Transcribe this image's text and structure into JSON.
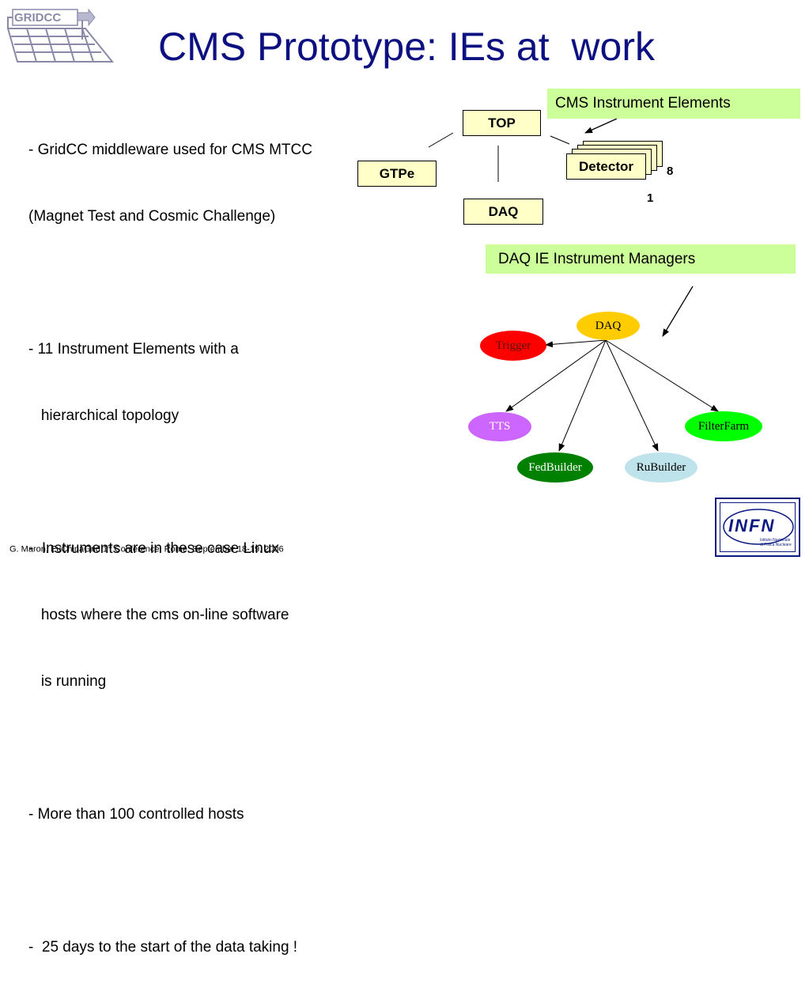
{
  "title": "CMS Prototype: IEs at  work",
  "logo_gridcc": {
    "text": "GRIDCC",
    "icon": "gridcc-logo-icon"
  },
  "bullets": [
    {
      "lines": [
        "- GridCC middleware used for CMS MTCC",
        "(Magnet Test and Cosmic Challenge)"
      ]
    },
    {
      "lines": [
        "- 11 Instrument Elements with a",
        "   hierarchical topology"
      ]
    },
    {
      "lines": [
        "-  Instruments are in these case Linux",
        "   hosts where the cms on-line software",
        "   is running"
      ]
    },
    {
      "lines": [
        "- More than 100 controlled hosts"
      ]
    },
    {
      "lines": [
        "-  25 days to the start of the data taking !"
      ]
    }
  ],
  "diagram_top": {
    "label_box": "CMS Instrument Elements",
    "nodes": {
      "top": "TOP",
      "gtpe": "GTPe",
      "daq": "DAQ",
      "detector": "Detector"
    },
    "count_8": "8",
    "count_1": "1"
  },
  "diagram_bottom": {
    "label_box": "DAQ IE Instrument Managers",
    "nodes": {
      "daq": "DAQ",
      "trigger": "Trigger",
      "tts": "TTS",
      "fedbuilder": "FedBuilder",
      "rubuilder": "RuBuilder",
      "filterfarm": "FilterFarm"
    }
  },
  "footer": {
    "pre": "G. Maron, EuChinaGrid 1",
    "sup": "st",
    "post": " Conference, Rome, September 18-19, 2006"
  },
  "logo_infn": {
    "text": "INFN",
    "subtitle_1": "Istituto Nazionale",
    "subtitle_2": "di Fisica Nucleare"
  },
  "colors": {
    "title": "#0d1080",
    "green_label": "#ccff99",
    "box_fill": "#ffffc8",
    "daq_ellipse": "#ffcc00",
    "trigger": "#ff0000",
    "tts": "#cc66ff",
    "fedbuilder": "#008000",
    "rubuilder": "#bfe3ea",
    "filterfarm": "#00ff00"
  }
}
